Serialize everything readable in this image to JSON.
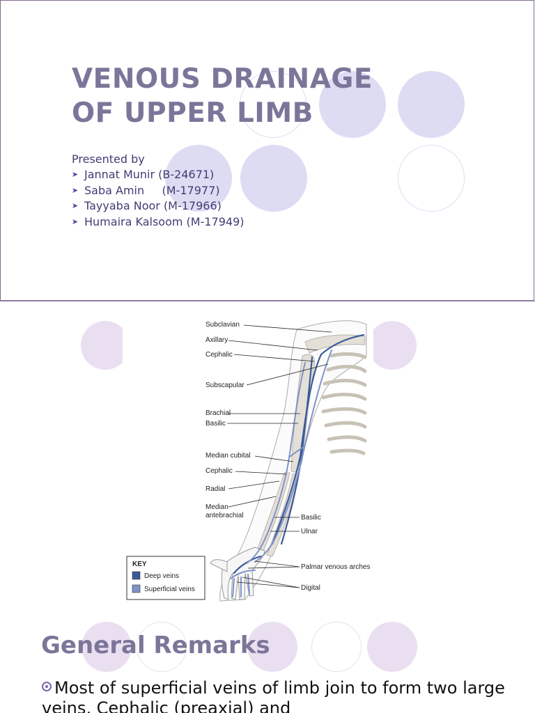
{
  "title_slide": {
    "title_line1": "VENOUS DRAINAGE",
    "title_line2": "OF UPPER LIMB",
    "presented_by": "Presented by",
    "presenters": [
      "Jannat Munir (B-24671)",
      "Saba Amin     (M-17977)",
      "Tayyaba Noor (M-17966)",
      "Humaira Kalsoom (M-17949)"
    ]
  },
  "figure": {
    "labels_left": {
      "subclavian": "Subclavian",
      "axillary": "Axillary",
      "cephalic_upper": "Cephalic",
      "subscapular": "Subscapular",
      "brachial": "Brachial",
      "basilic_upper": "Basilic",
      "median_cubital": "Median cubital",
      "cephalic_lower": "Cephalic",
      "radial": "Radial",
      "median_antebrachial_1": "Median",
      "median_antebrachial_2": "antebrachial"
    },
    "labels_right": {
      "basilic_lower": "Basilic",
      "ulnar": "Ulnar",
      "palmar": "Palmar venous arches",
      "digital": "Digital"
    },
    "key": {
      "title": "KEY",
      "deep": "Deep veins",
      "superficial": "Superficial veins",
      "deep_color": "#3b5a9a",
      "superficial_color": "#7f93c9"
    }
  },
  "remarks": {
    "heading": "General Remarks",
    "text": "Most of superficial veins of limb join to form two large veins, Cephalic (preaxial) and"
  }
}
